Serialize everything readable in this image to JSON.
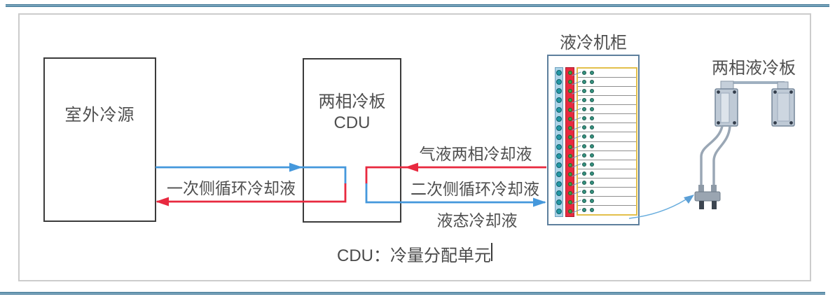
{
  "diagram": {
    "outdoor_source": {
      "label": "室外冷源"
    },
    "cdu": {
      "line1": "两相冷板",
      "line2": "CDU"
    },
    "cabinet": {
      "label": "液冷机柜",
      "row_count": 16
    },
    "cold_plate": {
      "label": "两相液冷板"
    },
    "flows": {
      "primary": "一次侧循环冷却液",
      "two_phase": "气液两相冷却液",
      "secondary": "二次侧循环冷却液",
      "liquid": "液态冷却液"
    },
    "caption": "CDU：冷量分配单元"
  },
  "colors": {
    "hot": "#e8293f",
    "cold": "#4598dc",
    "cabinet_border": "#5d7f9d",
    "rack_frame": "#e3c04b",
    "rule": "#2c6486"
  }
}
